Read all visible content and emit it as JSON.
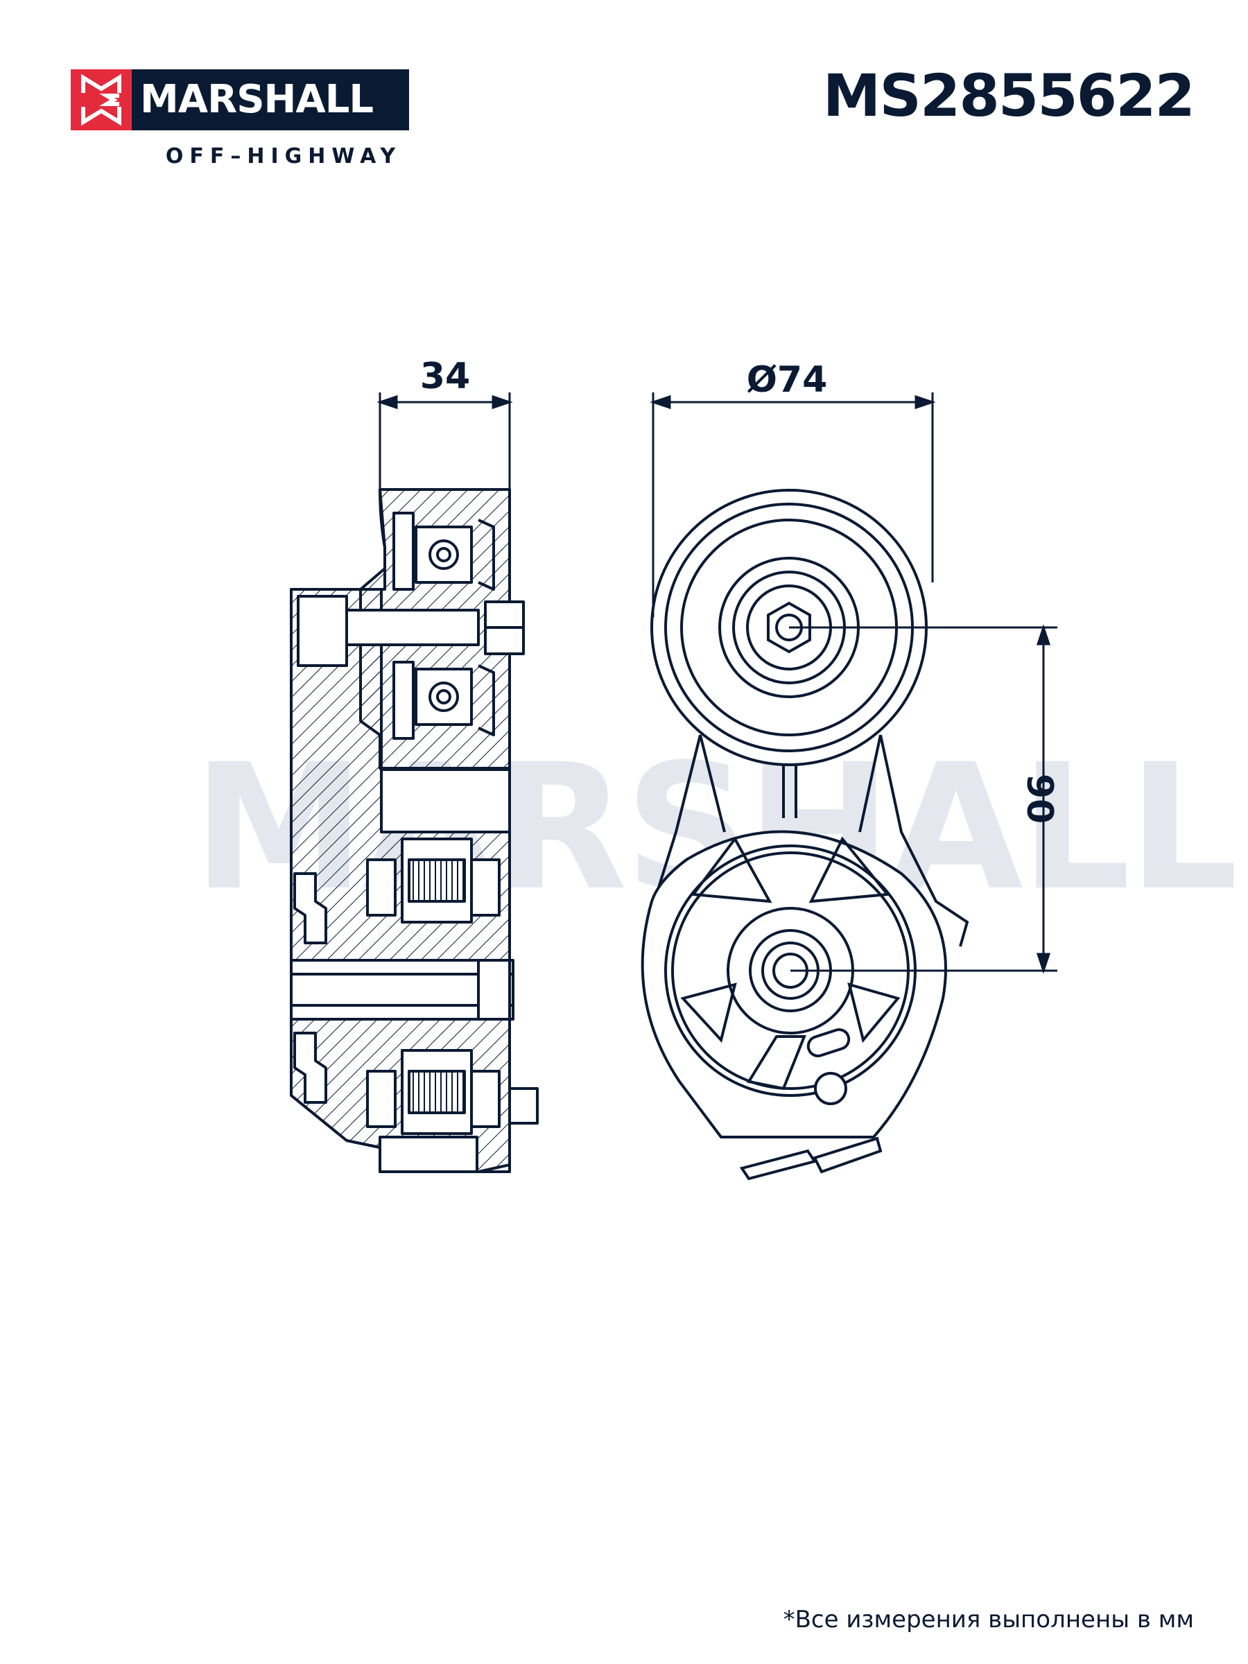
{
  "header": {
    "brand": "MARSHALL",
    "tagline": "OFF–HIGHWAY",
    "logo_mark_letters": [
      "M",
      "M",
      "M"
    ],
    "part_number": "MS2855622"
  },
  "watermark": "MARSHALL",
  "dimensions": {
    "width": "34",
    "diameter": "Ø74",
    "center_distance": "90"
  },
  "footer": {
    "note": "*Все измерения выполнены в мм"
  },
  "colors": {
    "navy": "#0b1a33",
    "brand_red": "#e42a3d",
    "watermark": "#e4e7ee"
  }
}
